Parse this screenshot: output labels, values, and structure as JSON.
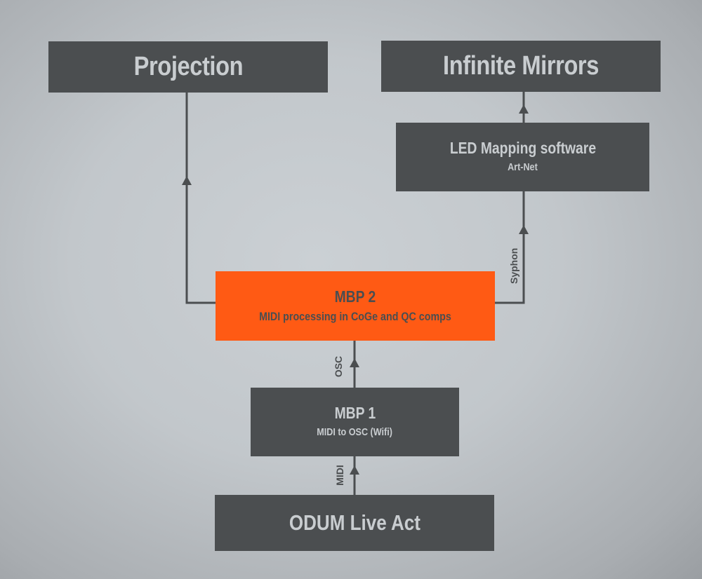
{
  "nodes": {
    "projection": {
      "title": "Projection"
    },
    "infinite_mirrors": {
      "title": "Infinite Mirrors"
    },
    "led_mapping": {
      "title": "LED Mapping software",
      "subtitle": "Art-Net"
    },
    "mbp2": {
      "title": "MBP 2",
      "subtitle": "MIDI processing in CoGe and QC comps"
    },
    "mbp1": {
      "title": "MBP 1",
      "subtitle": "MIDI to OSC (Wifi)"
    },
    "odum": {
      "title": "ODUM Live Act"
    }
  },
  "edges": {
    "syphon": "Syphon",
    "osc": "OSC",
    "midi": "MIDI"
  },
  "colors": {
    "box": "#4b4e50",
    "box_text": "#c9cdd0",
    "accent": "#ff5a14",
    "line": "#4b4e50"
  }
}
